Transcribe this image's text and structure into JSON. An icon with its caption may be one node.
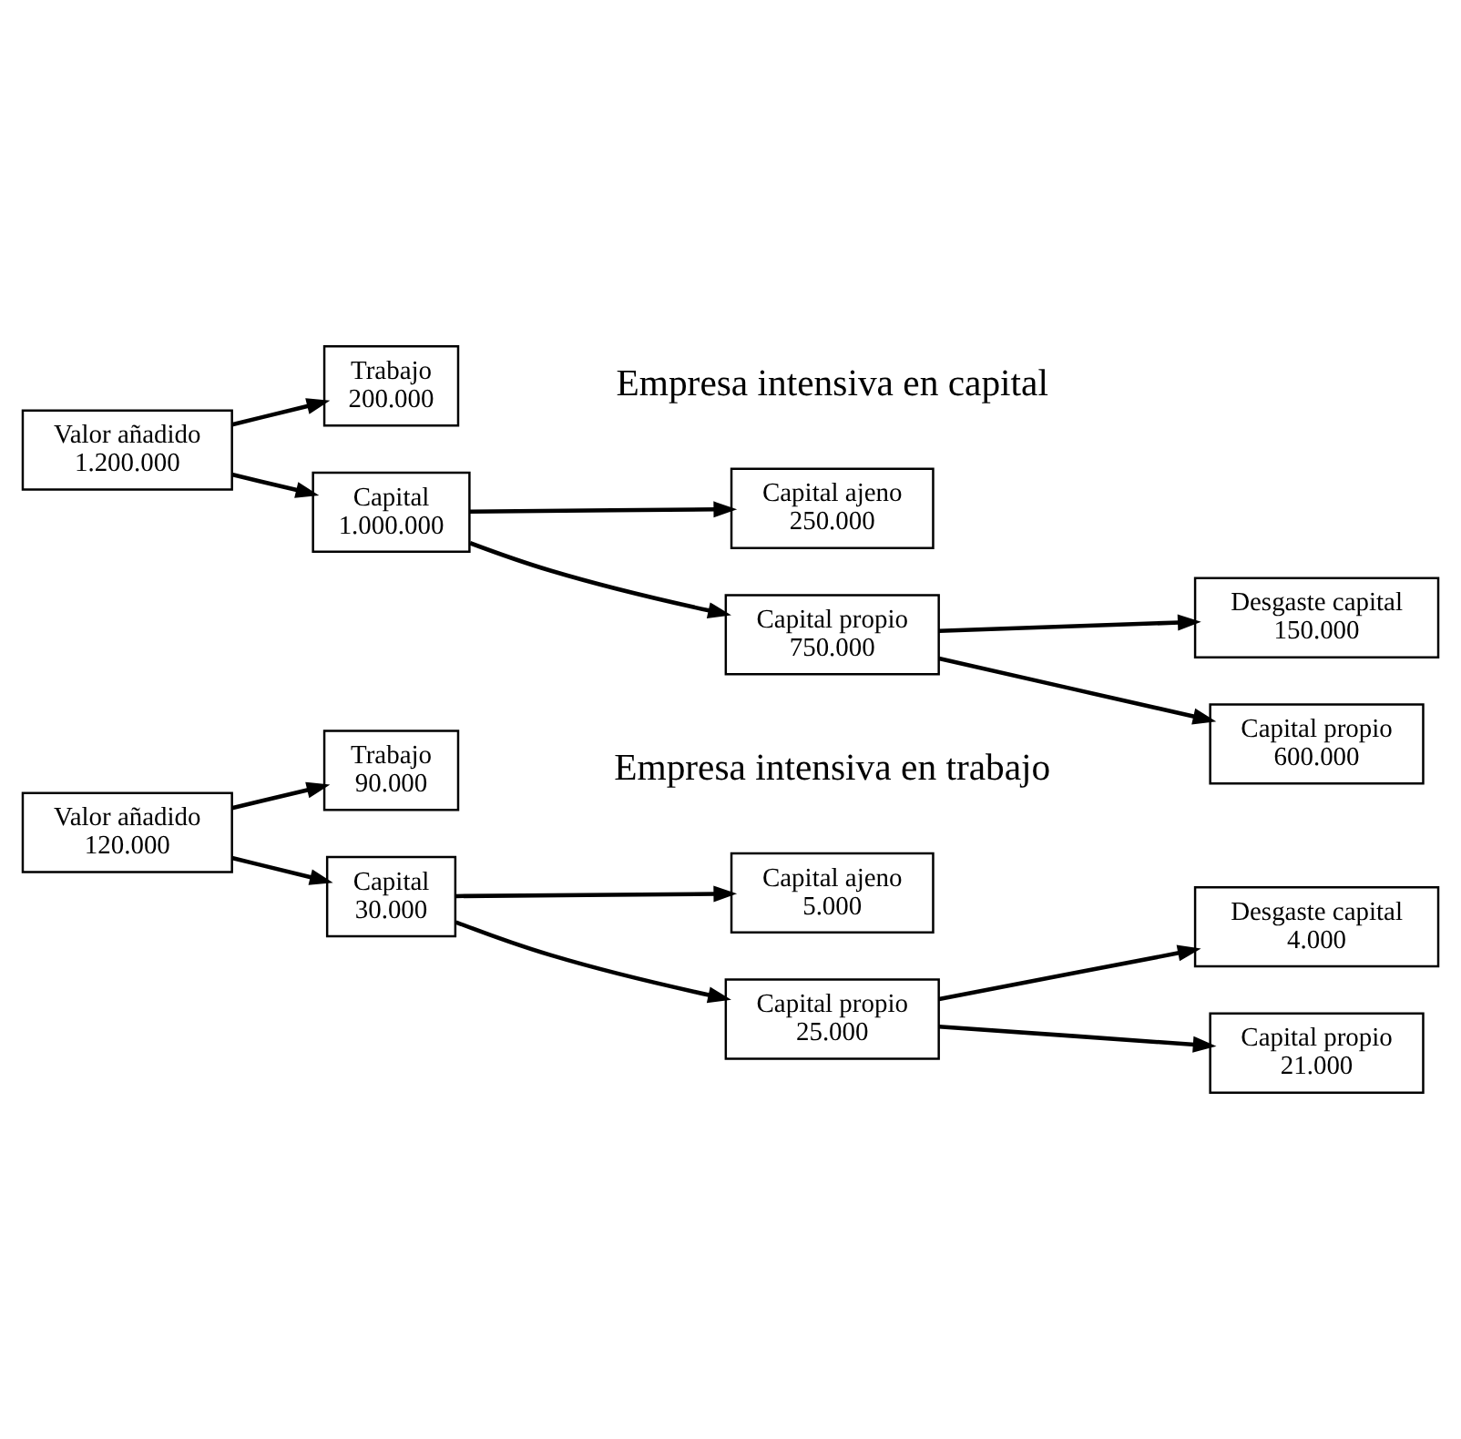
{
  "diagram": {
    "nodes": [
      {
        "text": [
          "Valor añadido",
          "120.000"
        ]
      },
      {
        "text": [
          "Trabajo",
          "90.000"
        ]
      },
      {
        "text": [
          "Capital",
          "30.000"
        ]
      },
      {
        "text": [
          "Capital ajeno",
          "5.000"
        ]
      },
      {
        "text": [
          "Capital propio",
          "25.000"
        ]
      },
      {
        "text": [
          "Desgaste capital",
          "4.000"
        ]
      },
      {
        "text": [
          "Capital propio",
          "21.000"
        ]
      },
      {
        "text": [
          "Valor añadido",
          "1.200.000"
        ]
      },
      {
        "text": [
          "Trabajo",
          "200.000"
        ]
      },
      {
        "text": [
          "Capital",
          "1.000.000"
        ]
      },
      {
        "text": [
          "Capital ajeno",
          "250.000"
        ]
      },
      {
        "text": [
          "Capital propio",
          "750.000"
        ]
      },
      {
        "text": [
          "Desgaste capital",
          "150.000"
        ]
      },
      {
        "text": [
          "Capital propio",
          "600.000"
        ]
      }
    ],
    "edges": [
      {
        "from": 0,
        "to": 1,
        "arrow": "to"
      },
      {
        "from": 0,
        "to": 2,
        "arrow": "to"
      },
      {
        "from": 2,
        "to": 3,
        "arrow": "to"
      },
      {
        "from": 2,
        "to": 4,
        "arrow": "to"
      },
      {
        "from": 4,
        "to": 5,
        "arrow": "to"
      },
      {
        "from": 4,
        "to": 6,
        "arrow": "to"
      },
      {
        "from": 7,
        "to": 8,
        "arrow": "to"
      },
      {
        "from": 7,
        "to": 9,
        "arrow": "to"
      },
      {
        "from": 9,
        "to": 10,
        "arrow": "to"
      },
      {
        "from": 9,
        "to": 11,
        "arrow": "to"
      },
      {
        "from": 11,
        "to": 12,
        "arrow": "to"
      },
      {
        "from": 11,
        "to": 13,
        "arrow": "to"
      }
    ],
    "labels": [
      "Empresa intensiva en trabajo",
      "Empresa intensiva en capital"
    ]
  }
}
